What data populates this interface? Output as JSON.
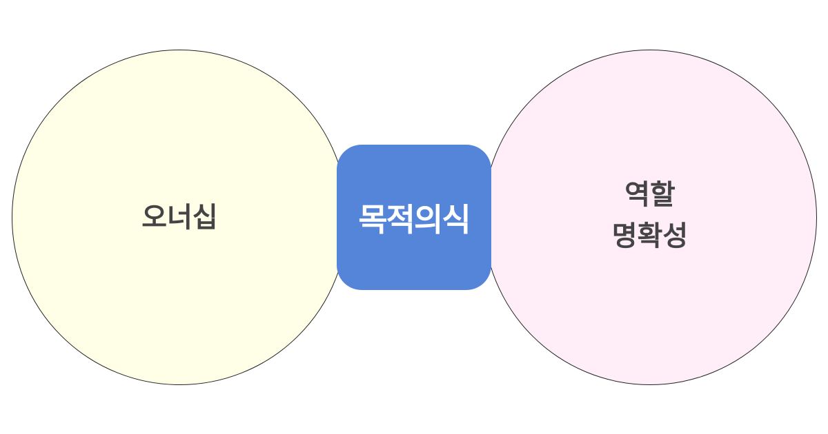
{
  "diagram": {
    "left_circle": {
      "label": "오너십",
      "fill": "#ffffe8"
    },
    "center_box": {
      "label": "목적의식",
      "fill": "#5585d9"
    },
    "right_circle": {
      "lines": [
        "역할",
        "명확성"
      ],
      "fill": "#ffeef8"
    }
  }
}
